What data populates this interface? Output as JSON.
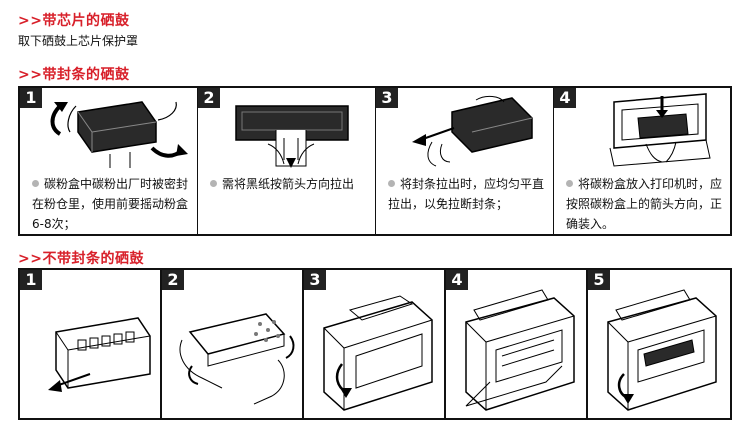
{
  "section1": {
    "title": ">>带芯片的硒鼓",
    "subtitle": "取下硒鼓上芯片保护罩"
  },
  "section2": {
    "title": ">>带封条的硒鼓",
    "steps": [
      {
        "num": "1",
        "text": "碳粉盒中碳粉出厂时被密封在粉仓里，使用前要摇动粉盒6-8次；",
        "icon": "shake-cartridge"
      },
      {
        "num": "2",
        "text": "需将黑纸按箭头方向拉出",
        "icon": "pull-black-paper"
      },
      {
        "num": "3",
        "text": "将封条拉出时，应均匀平直拉出，以免拉断封条；",
        "icon": "pull-seal-strip"
      },
      {
        "num": "4",
        "text": "将碳粉盒放入打印机时，应按照碳粉盒上的箭头方向，正确装入。",
        "icon": "insert-cartridge"
      }
    ]
  },
  "section3": {
    "title": ">>不带封条的硒鼓",
    "steps": [
      {
        "num": "1",
        "icon": "remove-from-box"
      },
      {
        "num": "2",
        "icon": "rock-cartridge"
      },
      {
        "num": "3",
        "icon": "open-printer-cover"
      },
      {
        "num": "4",
        "icon": "printer-open-empty"
      },
      {
        "num": "5",
        "icon": "printer-with-cartridge"
      }
    ]
  },
  "colors": {
    "accent": "#d8202a",
    "badge": "#222222",
    "bullet": "#b4b4b4"
  }
}
